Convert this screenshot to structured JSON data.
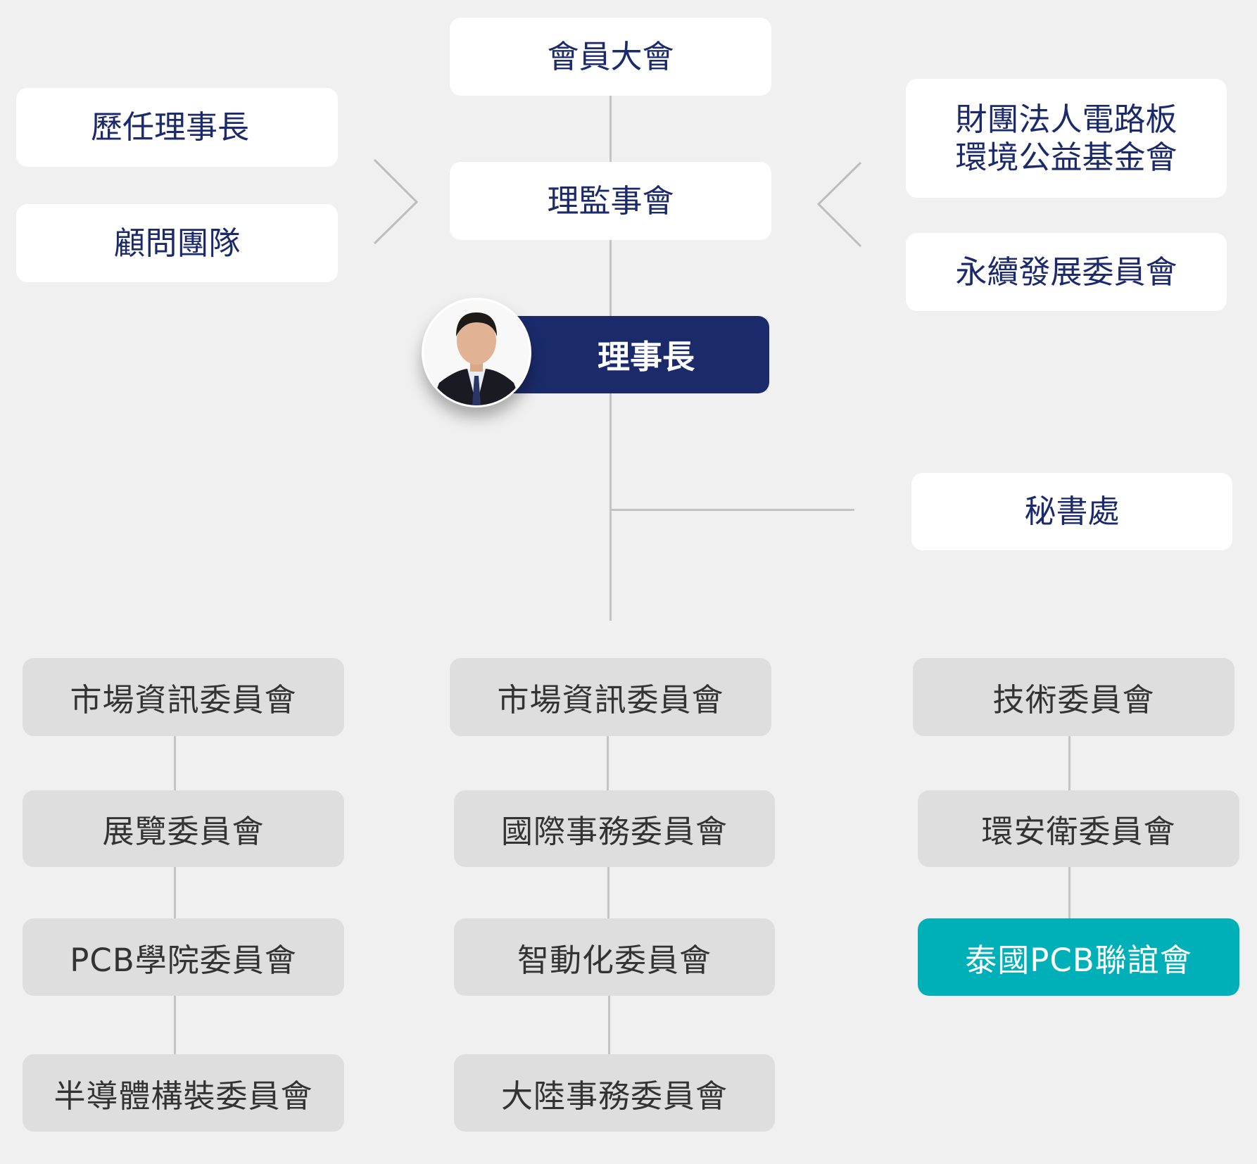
{
  "colors": {
    "background": "#f0f0f0",
    "navy": "#1b2a6b",
    "teal": "#00b0b9",
    "grey_box": "#dedede"
  },
  "top": {
    "general_assembly": "會員大會",
    "board": "理監事會",
    "chairman": "理事長",
    "former_chairmen": "歷任理事長",
    "advisors": "顧問團隊",
    "foundation_line1": "財團法人電路板",
    "foundation_line2": "環境公益基金會",
    "sustainability": "永續發展委員會",
    "secretariat": "秘書處"
  },
  "committees": {
    "left": [
      "市場資訊委員會",
      "展覽委員會",
      "PCB學院委員會",
      "半導體構裝委員會"
    ],
    "middle": [
      "市場資訊委員會",
      "國際事務委員會",
      "智動化委員會",
      "大陸事務委員會"
    ],
    "right": [
      "技術委員會",
      "環安衛委員會",
      "泰國PCB聯誼會"
    ]
  }
}
